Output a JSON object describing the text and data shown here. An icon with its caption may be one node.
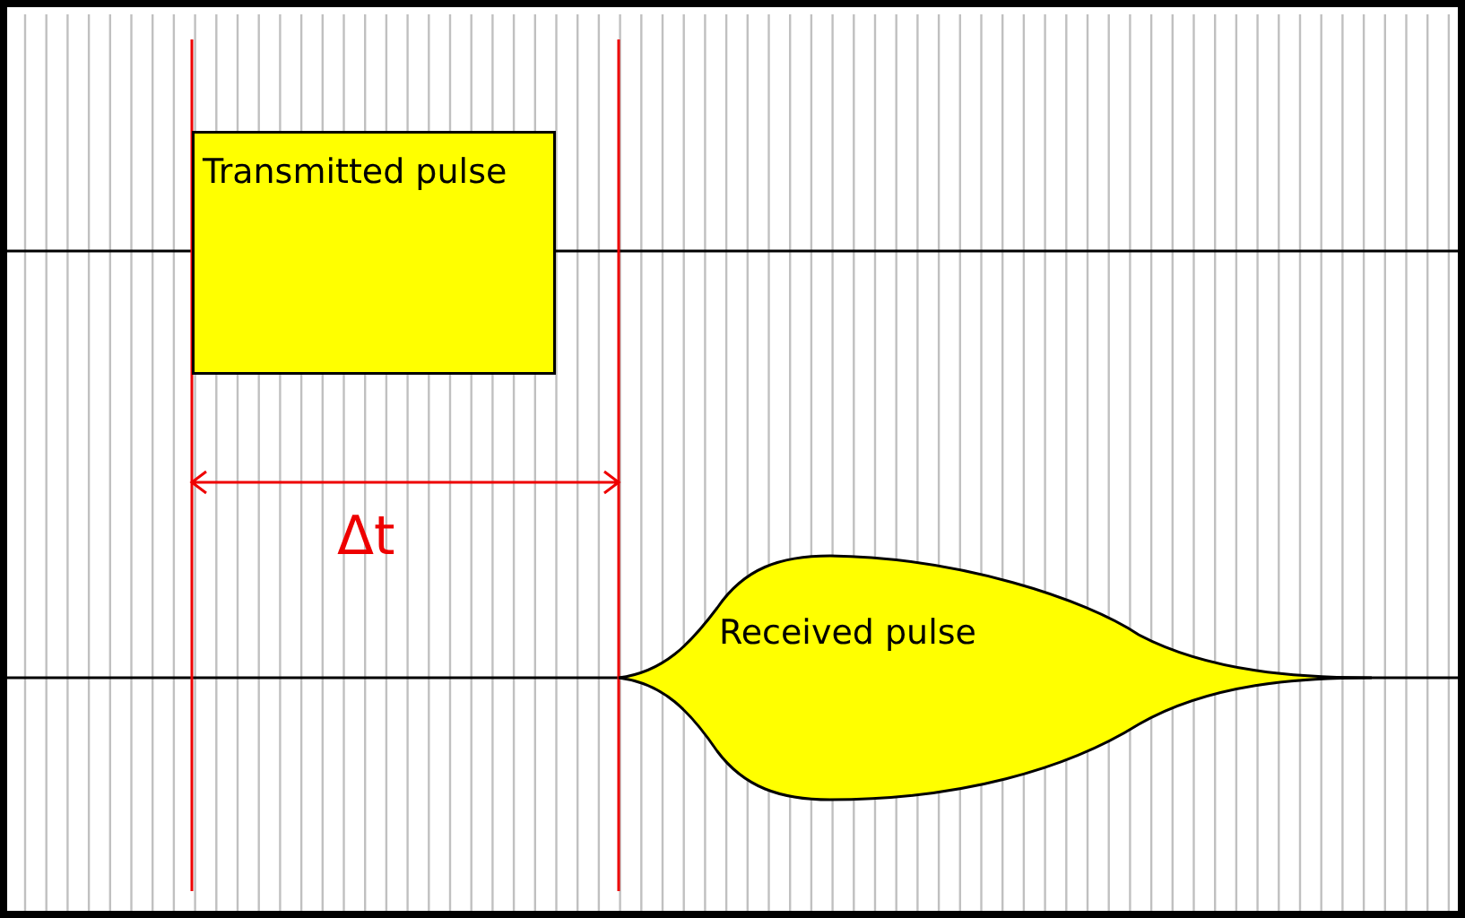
{
  "diagram": {
    "nodes": [
      {
        "text": [
          "Transmitted pulse"
        ]
      },
      {
        "text": [
          "Received pulse"
        ]
      }
    ],
    "labels": [
      "Δt"
    ]
  }
}
